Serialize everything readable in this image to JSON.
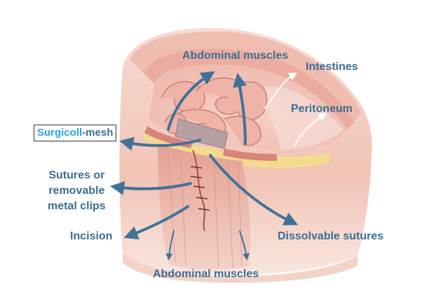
{
  "labels": {
    "abdominal_muscles_top": "Abdominal muscles",
    "intestines": "Intestines",
    "peritoneum": "Peritoneum",
    "mesh_brand": "Surgicoll",
    "mesh_suffix": "-mesh",
    "sutures_or_clips": "Sutures or\nremovable\nmetal clips",
    "incision": "Incision",
    "dissolvable_sutures": "Dissolvable sutures",
    "abdominal_muscles_bottom": "Abdominal muscles"
  },
  "colors": {
    "label_text": "#3c6e93",
    "arrow": "#3f7299",
    "brand": "#2ba3e0",
    "skin": "#f4cfc4",
    "muscle": "#d9837a",
    "intestine": "#efb7ae",
    "mesh": "#b7a0a2",
    "fat_layer": "#f2dc8a"
  }
}
